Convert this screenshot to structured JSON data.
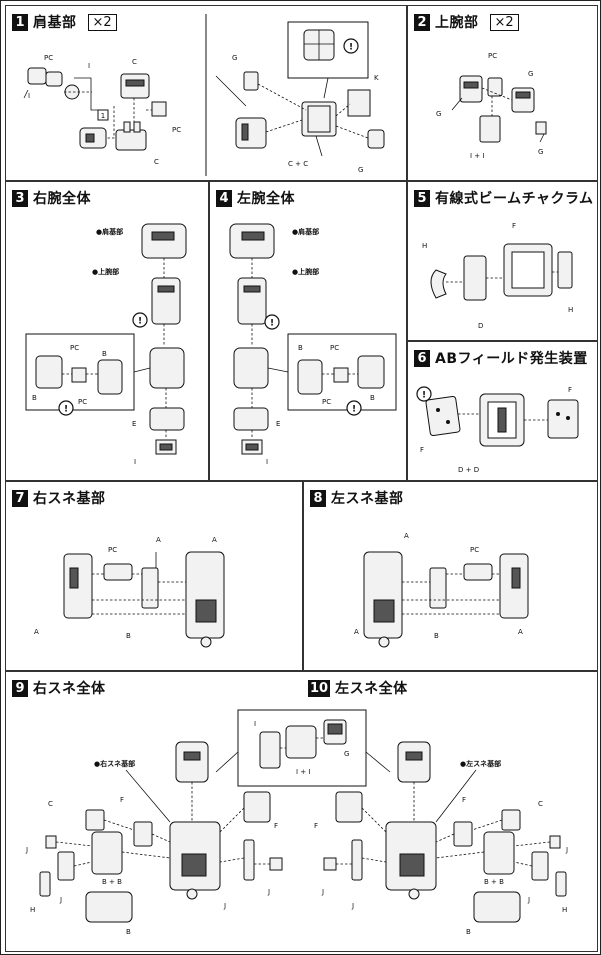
{
  "steps": {
    "s1": {
      "num": "1",
      "title": "肩基部",
      "mult": "×2",
      "labels": {
        "pc_c": "PC",
        "i13": "I",
        "i11": "I",
        "c8": "C",
        "pc_b": "PC",
        "c7": "C",
        "g5": "G",
        "k7": "K",
        "c10_12": "C + C",
        "g6": "G"
      }
    },
    "s2": {
      "num": "2",
      "title": "上腕部",
      "mult": "×2",
      "labels": {
        "pc_e": "PC",
        "g8": "G",
        "g7": "G",
        "i13_17": "I + I",
        "g3": "G"
      }
    },
    "s3": {
      "num": "3",
      "title": "右腕全体",
      "labels": {
        "shoulder": "●肩基部",
        "upper_arm": "●上腕部",
        "pc7": "PC",
        "b13": "B",
        "b15": "B",
        "pc6": "PC",
        "e2": "E",
        "i22": "I"
      }
    },
    "s4": {
      "num": "4",
      "title": "左腕全体",
      "labels": {
        "shoulder": "●肩基部",
        "upper_arm": "●上腕部",
        "b14": "B",
        "pc7": "PC",
        "pc6": "PC",
        "b16": "B",
        "e2": "E",
        "i22": "I"
      }
    },
    "s5": {
      "num": "5",
      "title": "有線式ビームチャクラム",
      "labels": {
        "f9": "F",
        "h25": "H",
        "d3": "D",
        "h22": "H"
      }
    },
    "s6": {
      "num": "6",
      "title": "ABフィールド発生装置",
      "labels": {
        "f3": "F",
        "f4": "F",
        "d4_d5": "D + D"
      }
    },
    "s7": {
      "num": "7",
      "title": "右スネ基部",
      "labels": {
        "pc_k": "PC",
        "a8": "A",
        "a6": "A",
        "a5": "A",
        "b1": "B"
      }
    },
    "s8": {
      "num": "8",
      "title": "左スネ基部",
      "labels": {
        "a7": "A",
        "pc_k": "PC",
        "a5": "A",
        "b2": "B",
        "a4": "A"
      }
    },
    "s9": {
      "num": "9",
      "title": "右スネ全体",
      "labels": {
        "base": "●右スネ基部",
        "c1": "C",
        "f1": "F",
        "j6": "J",
        "b10_12": "B + B",
        "f11": "F",
        "j7": "J",
        "h27": "H",
        "j13": "J",
        "b3": "B"
      }
    },
    "s10": {
      "num": "10",
      "title": "左スネ全体",
      "labels": {
        "base": "●左スネ基部",
        "f2": "F",
        "c1": "C",
        "f10": "F",
        "j5": "J",
        "j8": "J",
        "b9_11": "B + B",
        "j14": "J",
        "h27": "H",
        "j12": "J",
        "b4": "B"
      }
    },
    "inset_s9_10": {
      "labels": {
        "i29": "I",
        "g8": "G",
        "i12_15": "I + I"
      }
    }
  },
  "colors": {
    "ink": "#111111",
    "paper": "#ffffff",
    "part_fill": "#f2f2f2"
  }
}
